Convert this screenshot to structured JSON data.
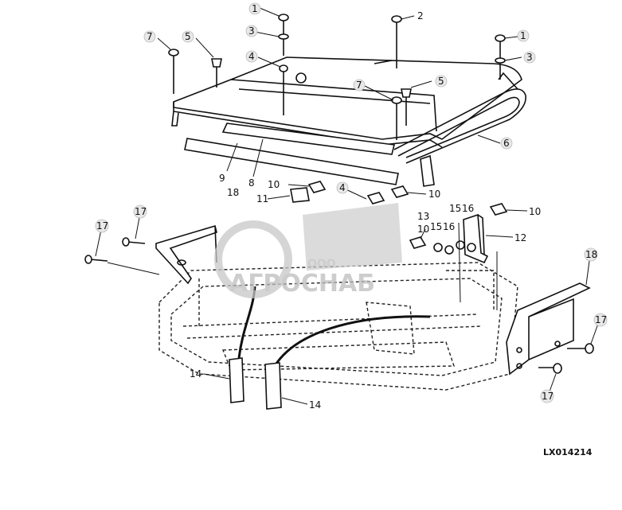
{
  "drawing_code": "LX014214",
  "watermark": {
    "small_text": "ООО",
    "brand_text": "АГРОСНАБ"
  },
  "callouts": {
    "c1a": "1",
    "c1b": "1",
    "c2": "2",
    "c3a": "3",
    "c3b": "3",
    "c4a": "4",
    "c4b": "4",
    "c5a": "5",
    "c5b": "5",
    "c6": "6",
    "c7a": "7",
    "c7b": "7",
    "c8": "8",
    "c9": "9",
    "c10a": "10",
    "c10b": "10",
    "c10c": "10",
    "c10d": "10",
    "c11": "11",
    "c12": "12",
    "c13": "13",
    "c14a": "14",
    "c14b": "14",
    "c15a": "15",
    "c15b": "15",
    "c16a": "16",
    "c16b": "16",
    "c17a": "17",
    "c17b": "17",
    "c17c": "17",
    "c17d": "17",
    "c18a": "18",
    "c18b": "18"
  }
}
